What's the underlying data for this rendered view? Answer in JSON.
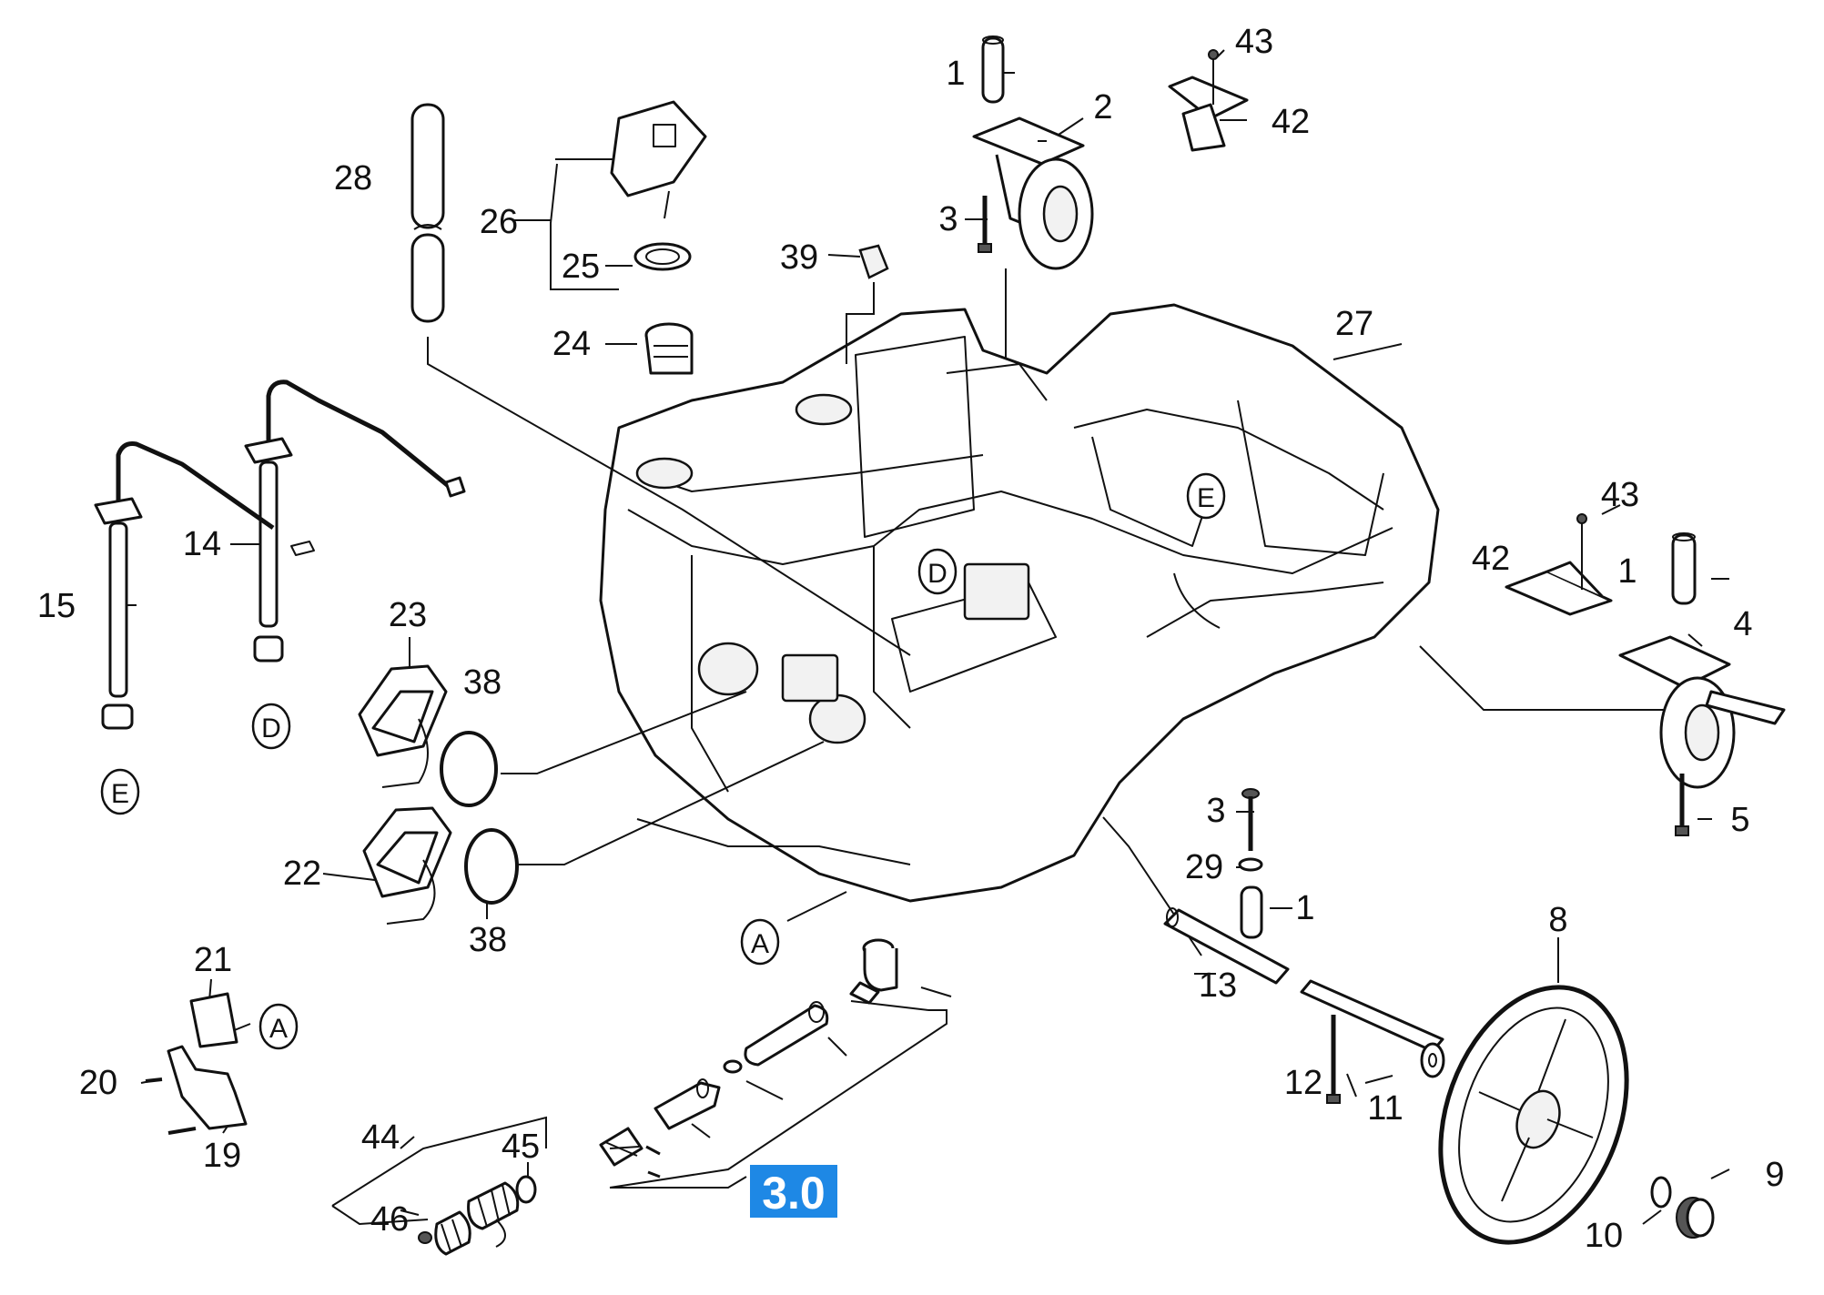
{
  "diagram": {
    "part_numbers": [
      "1",
      "2",
      "3",
      "4",
      "5",
      "8",
      "9",
      "10",
      "11",
      "12",
      "13",
      "14",
      "15",
      "19",
      "20",
      "21",
      "22",
      "23",
      "24",
      "25",
      "26",
      "27",
      "28",
      "29",
      "38",
      "39",
      "42",
      "43",
      "44",
      "45",
      "46"
    ],
    "reference_markers": [
      "A",
      "D",
      "E"
    ],
    "group_badge": "3.0"
  }
}
